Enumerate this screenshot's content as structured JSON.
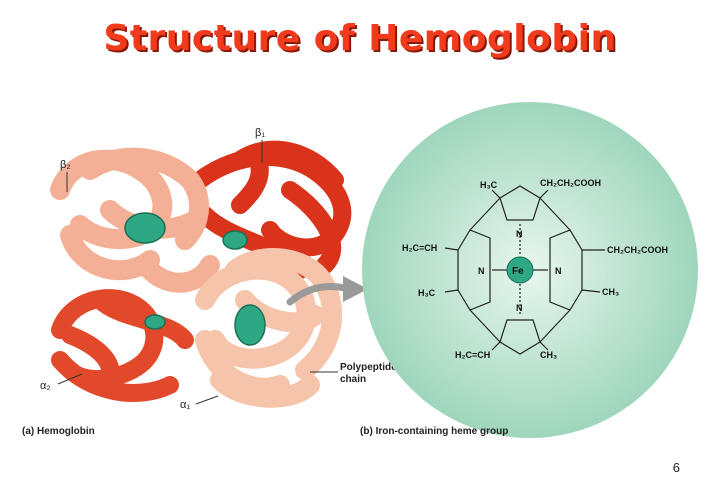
{
  "title": "Structure of Hemoglobin",
  "panel_a": {
    "caption_tag": "(a)",
    "caption": "Hemoglobin",
    "labels": {
      "beta1": "β₁",
      "beta2": "β₂",
      "alpha1": "α₁",
      "alpha2": "α₂",
      "polypeptide_line1": "Polypeptide",
      "polypeptide_line2": "chain"
    }
  },
  "panel_b": {
    "caption_tag": "(b)",
    "caption": "Iron-containing heme group",
    "heme": {
      "metal": "Fe",
      "n": "N",
      "ch3": "CH₃",
      "h3c": "H₃C",
      "vinyl_left": "H₂C=CH",
      "propionate": "CH₂CH₂COOH"
    }
  },
  "page_number": "6",
  "colors": {
    "title": "#f23a1c",
    "beta_chain": "#e03a22",
    "alpha_chain": "#f4b69a",
    "heme_disc": "#2ea884",
    "circle": "#bfe3d2"
  }
}
